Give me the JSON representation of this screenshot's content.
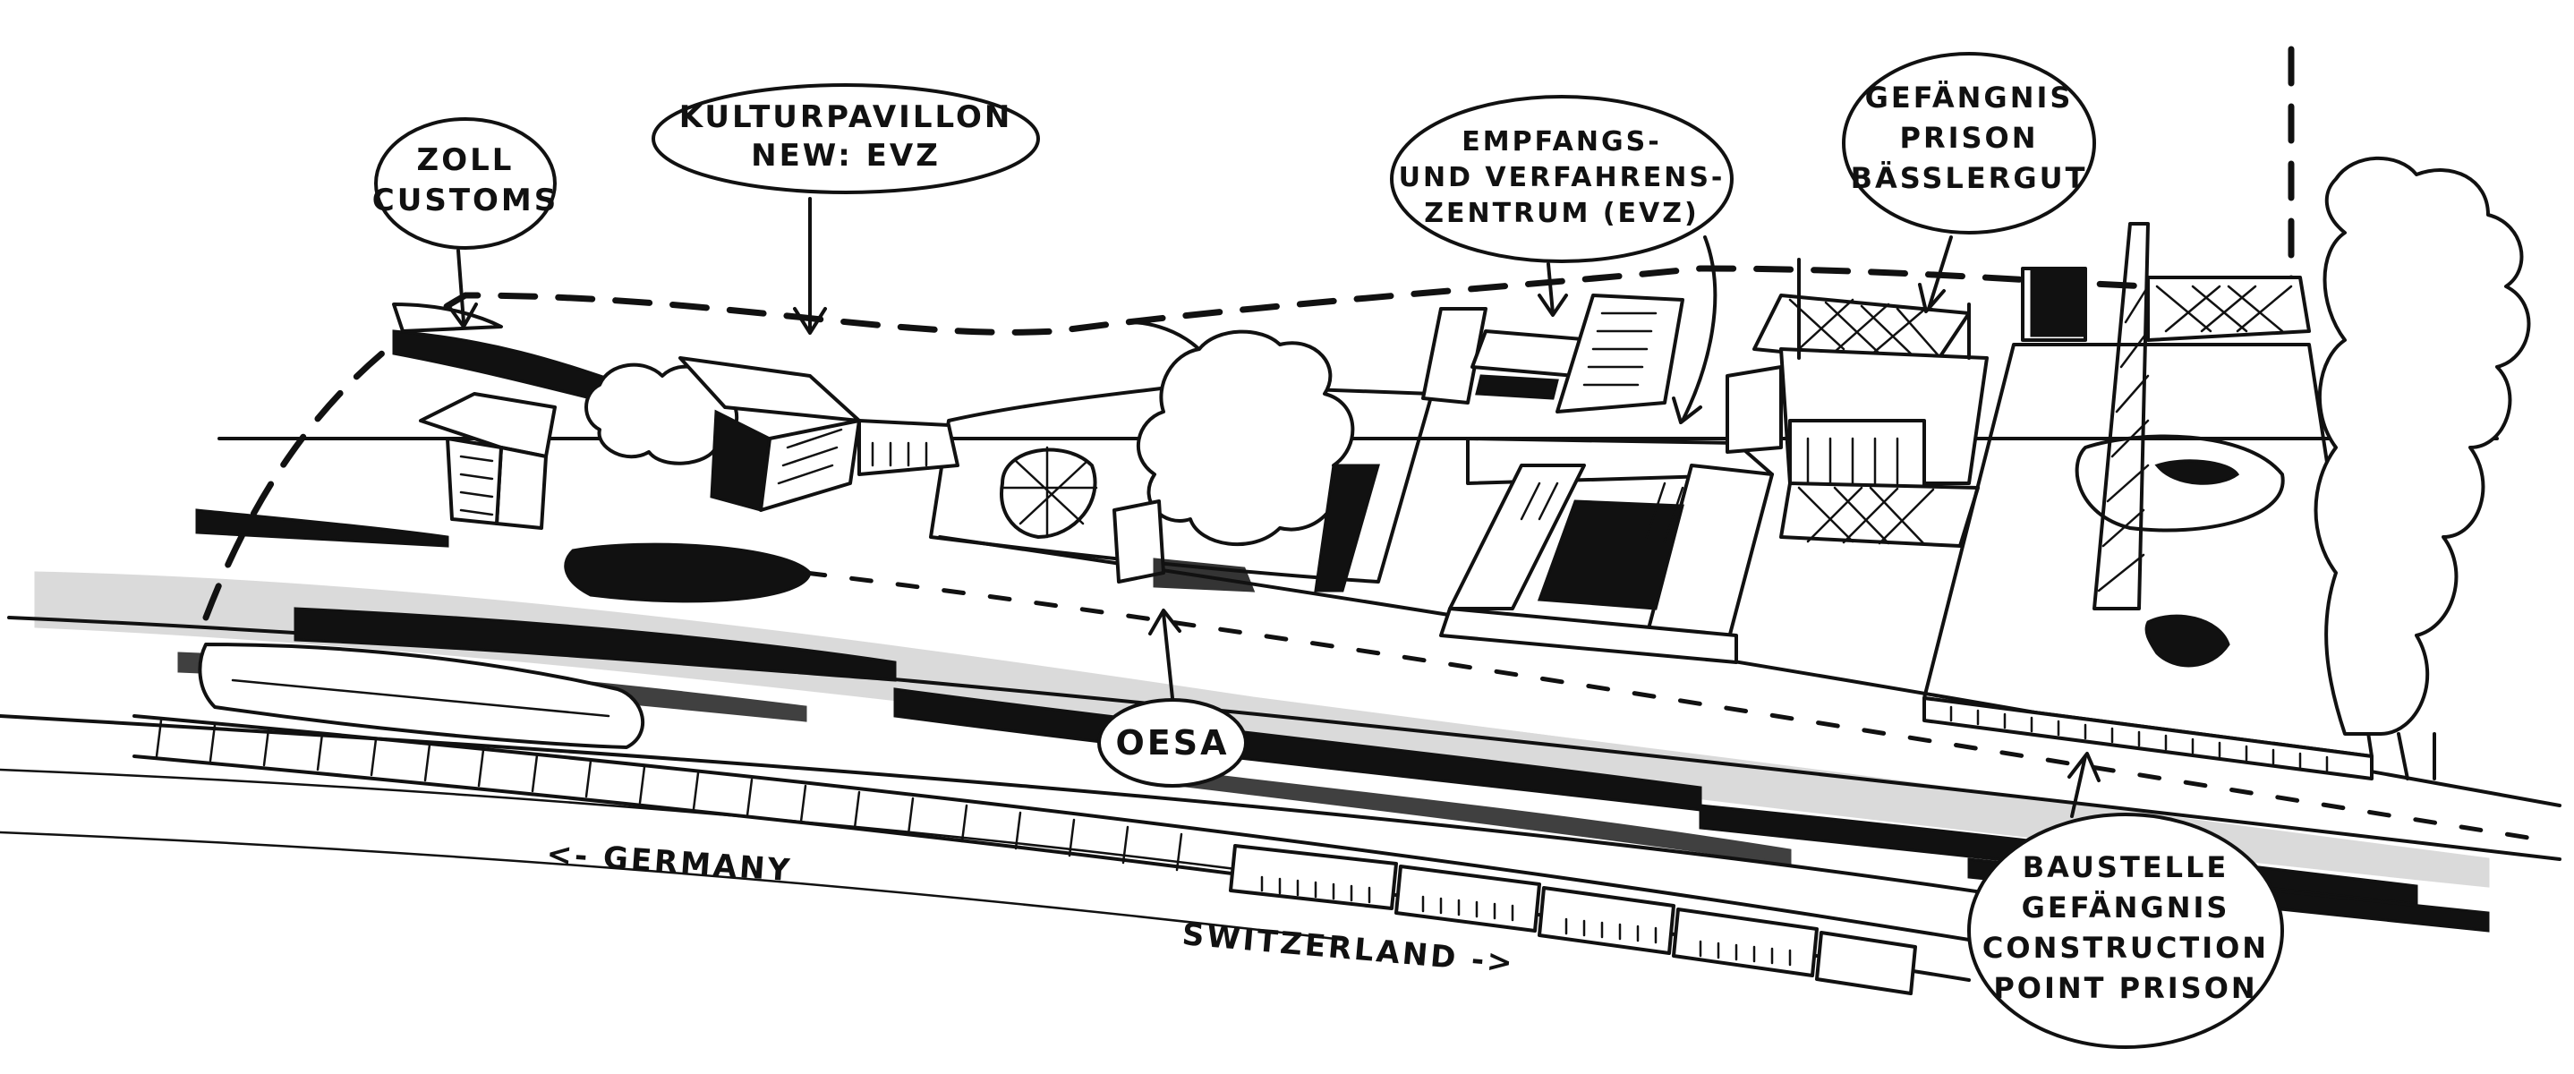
{
  "labels": {
    "zoll": [
      "ZOLL",
      "CUSTOMS"
    ],
    "kulturpavillon": [
      "KULTURPAVILLON",
      "NEW: EVZ"
    ],
    "evz": [
      "EMPFANGS-",
      "UND VERFAHRENS-",
      "ZENTRUM (EVZ)"
    ],
    "prison": [
      "GEFÄNGNIS",
      "PRISON",
      "BÄSSLERGUT"
    ],
    "oesa": [
      "OESA"
    ],
    "construction": [
      "BAUSTELLE",
      "GEFÄNGNIS",
      "CONSTRUCTION",
      "POINT PRISON"
    ],
    "germany": "<- GERMANY",
    "switzerland": "SWITZERLAND ->"
  },
  "colors": {
    "ink": "#111111",
    "paper": "#ffffff"
  }
}
